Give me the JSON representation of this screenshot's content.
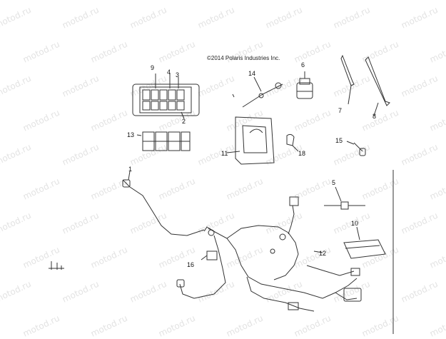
{
  "watermark": "motod.ru",
  "copyright": "©2014 Polaris Industries Inc.",
  "callouts": {
    "c1": "1",
    "c2": "2",
    "c3": "3",
    "c4": "4",
    "c5": "5",
    "c6": "6",
    "c7": "7",
    "c8": "8",
    "c9": "9",
    "c10": "10",
    "c11": "11",
    "c12": "12",
    "c13": "13",
    "c14": "14",
    "c15": "15",
    "c16": "16",
    "c18": "18"
  },
  "colors": {
    "line": "#333333",
    "watermark": "#e3e3e3"
  }
}
